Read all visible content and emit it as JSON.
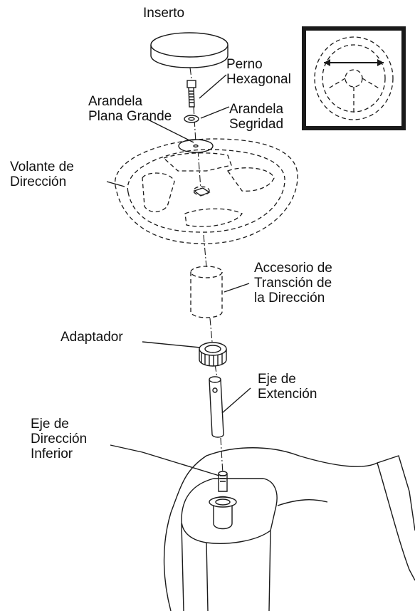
{
  "labels": {
    "inserto": "Inserto",
    "perno": [
      "Perno",
      "Hexagonal"
    ],
    "arandela_plana": [
      "Arandela",
      "Plana Grande"
    ],
    "arandela_seguridad": [
      "Arandela",
      "Segridad"
    ],
    "volante": [
      "Volante de",
      "Dirección"
    ],
    "accesorio": [
      "Accesorio de",
      "Transción de",
      "la Dirección"
    ],
    "adaptador": "Adaptador",
    "eje_extension": [
      "Eje de",
      "Extención"
    ],
    "eje_inferior": [
      "Eje de",
      "Dirección",
      "Inferior"
    ]
  },
  "colors": {
    "line": "#1a1a1a",
    "background": "#ffffff"
  }
}
